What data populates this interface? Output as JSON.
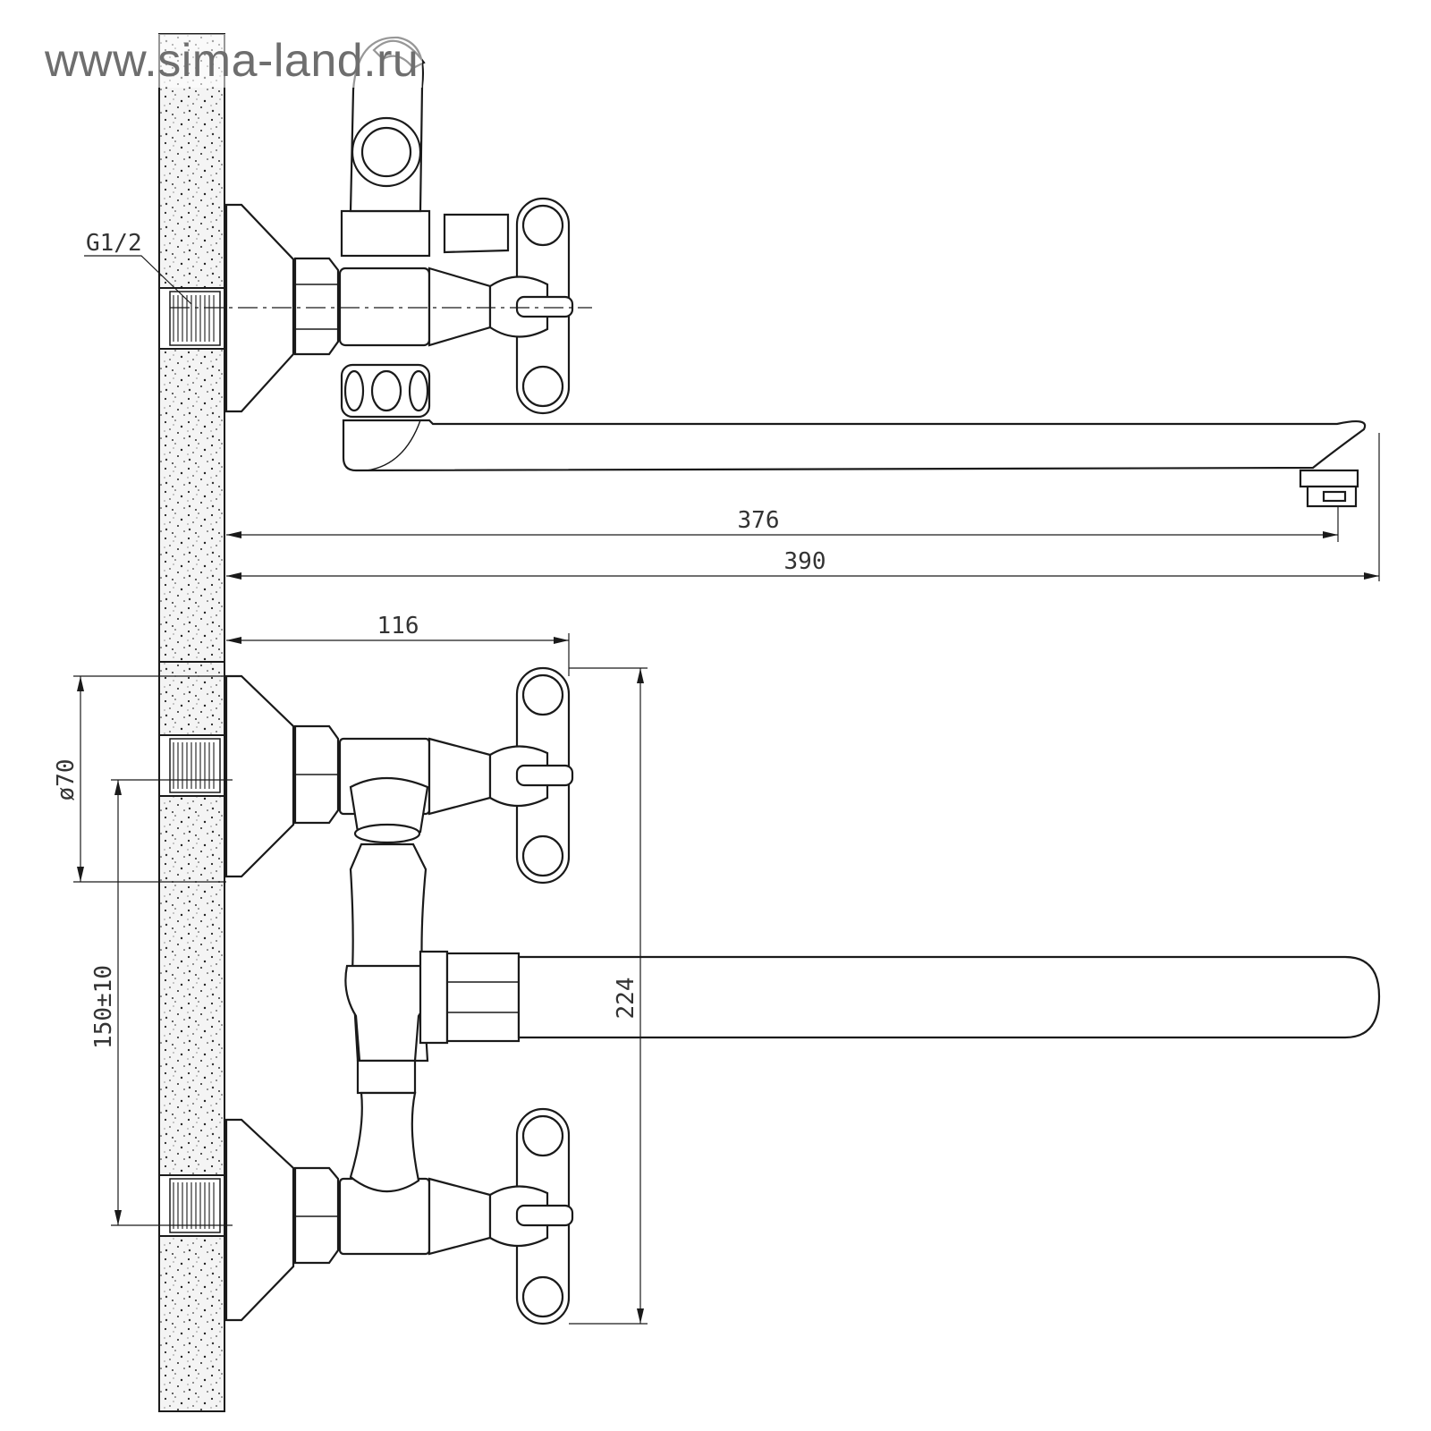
{
  "watermark": "www.sima-land.ru",
  "labels": {
    "thread": "G1/2",
    "spout_reach": "376",
    "overall_length": "390",
    "handle_reach": "116",
    "flange_diameter": "ø70",
    "center_distance": "150±10",
    "overall_height": "224"
  }
}
